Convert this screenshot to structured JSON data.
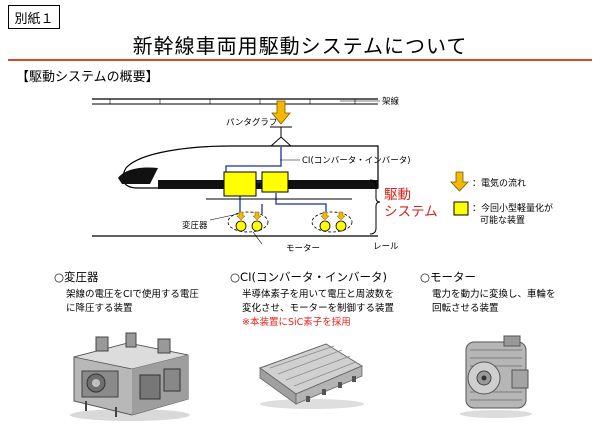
{
  "doc_tag": "別紙１",
  "title": "新幹線車両用駆動システムについて",
  "section_heading": "【駆動システムの概要】",
  "diagram": {
    "overhead_line": "架線",
    "pantograph": "パンタグラフ",
    "converter": "CI(コンバータ・インバータ)",
    "transformer": "変圧器",
    "motor": "モーター",
    "rail": "レール",
    "drive_system": [
      "駆動",
      "システム"
    ]
  },
  "legend": {
    "flow": "：電気の流れ",
    "device": [
      "：今回小型軽量化が",
      "可能な装置"
    ]
  },
  "components": [
    {
      "title": "○変圧器",
      "desc": [
        "架線の電圧をCIで使用する電圧",
        "に降圧する装置"
      ]
    },
    {
      "title": "○CI(コンバータ・インバータ)",
      "desc": [
        "半導体素子を用いて電圧と周波数を",
        "変化させ、モーターを制御する装置"
      ],
      "note": "※本装置にSiC素子を採用"
    },
    {
      "title": "○モーター",
      "desc": [
        "電力を動力に変換し、車輪を",
        "回転させる装置"
      ]
    }
  ],
  "colors": {
    "accent_rule": "#d24a2a",
    "device_fill": "#ffff00",
    "flow_arrow": "#f5b800",
    "wiring": "#1c2fa8",
    "note": "#e8221c"
  }
}
